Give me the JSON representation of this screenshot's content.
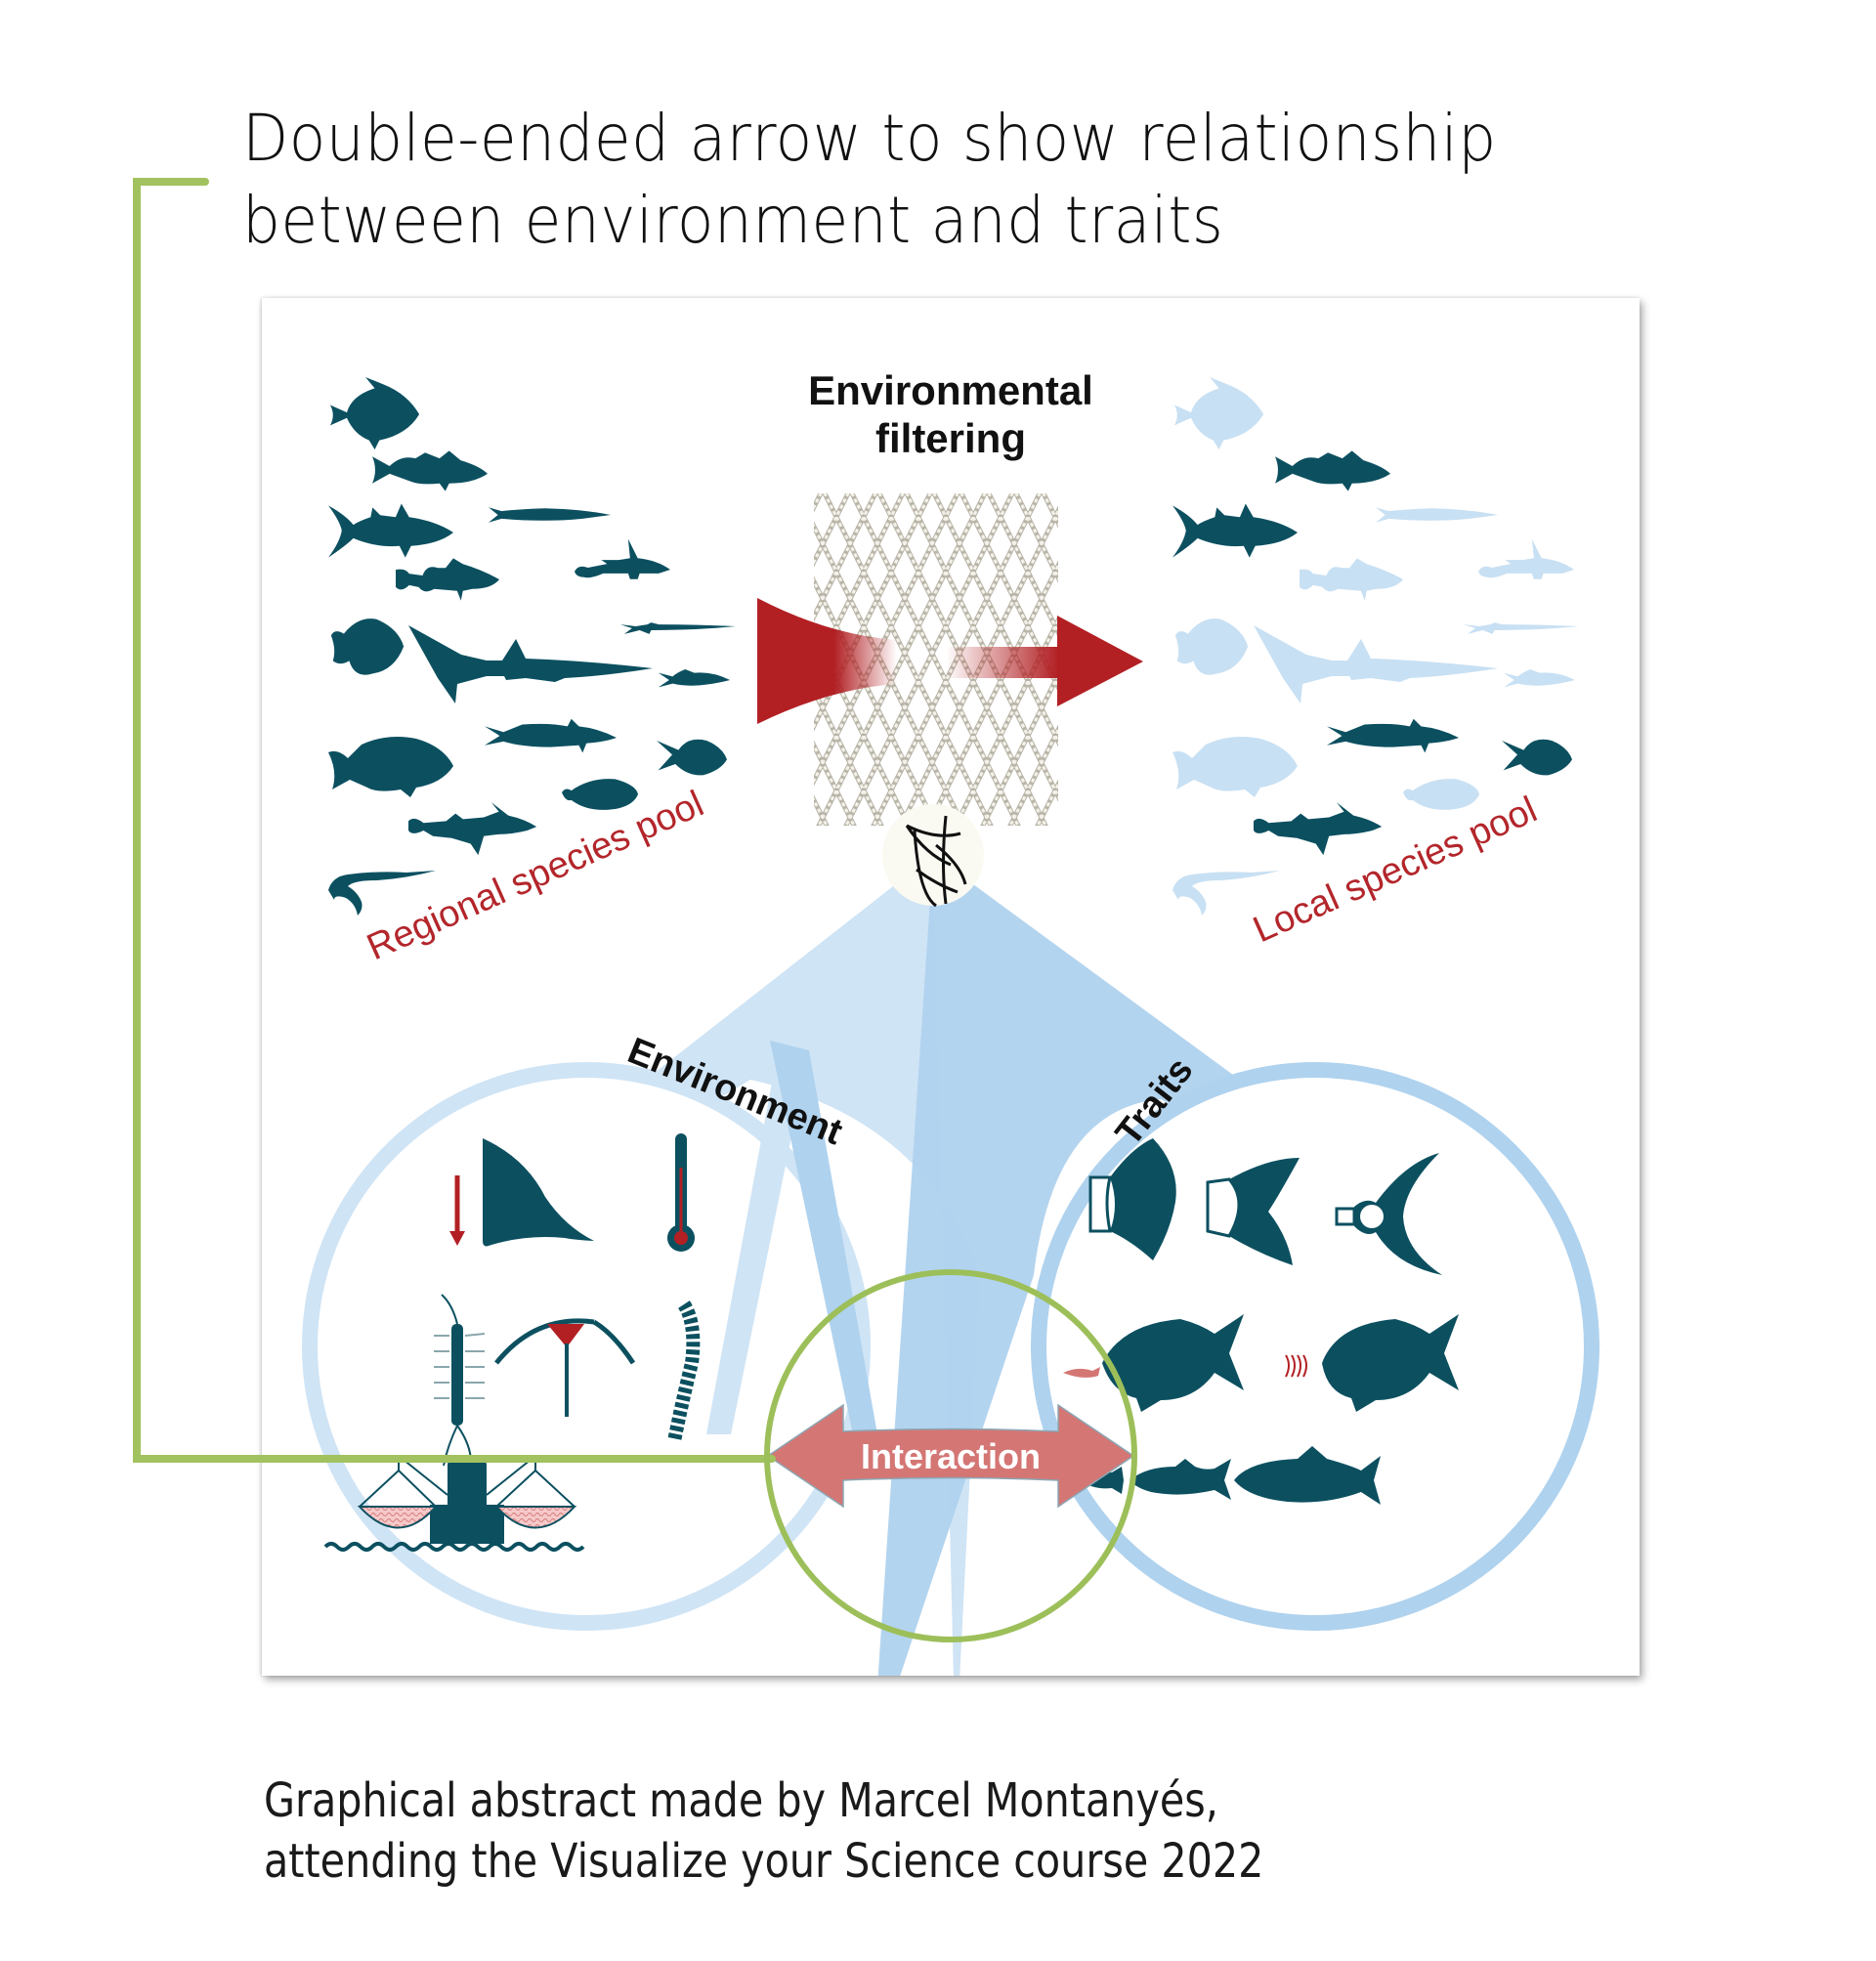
{
  "annotation": {
    "line1": "Double-ended arrow to show relationship",
    "line2": "between environment and traits",
    "highlight_color": "#a2c25f"
  },
  "figure": {
    "title_line1": "Environmental",
    "title_line2": "filtering",
    "regional_label": "Regional species pool",
    "local_label": "Local species pool",
    "environment_label": "Environment",
    "traits_label": "Traits",
    "interaction_label": "Interaction",
    "colors": {
      "fish_dark": "#0c5060",
      "fish_faded": "#c8e0f3",
      "filter_arrow": "#b22024",
      "label_red": "#b3262b",
      "cone_left": "#cfe4f5",
      "cone_right": "#afd2ee",
      "interaction_arrow": "#d47674",
      "net_rope": "#d9d6cc"
    },
    "regional_pool": [
      {
        "species": "john-dory",
        "retained": true
      },
      {
        "species": "cod",
        "retained": true
      },
      {
        "species": "tuna",
        "retained": true
      },
      {
        "species": "barracuda",
        "retained": true
      },
      {
        "species": "sculpin",
        "retained": true
      },
      {
        "species": "dragonet",
        "retained": true
      },
      {
        "species": "flatfish",
        "retained": true
      },
      {
        "species": "shark",
        "retained": true
      },
      {
        "species": "needlefish",
        "retained": true
      },
      {
        "species": "anchovy",
        "retained": true
      },
      {
        "species": "grouper",
        "retained": true
      },
      {
        "species": "mackerel",
        "retained": true
      },
      {
        "species": "seabream",
        "retained": true
      },
      {
        "species": "sole",
        "retained": true
      },
      {
        "species": "anglerfish",
        "retained": true
      },
      {
        "species": "eel",
        "retained": true
      }
    ],
    "local_pool": [
      {
        "species": "john-dory",
        "retained": false
      },
      {
        "species": "cod",
        "retained": true
      },
      {
        "species": "tuna",
        "retained": true
      },
      {
        "species": "barracuda",
        "retained": false
      },
      {
        "species": "sculpin",
        "retained": false
      },
      {
        "species": "dragonet",
        "retained": false
      },
      {
        "species": "flatfish",
        "retained": false
      },
      {
        "species": "shark",
        "retained": false
      },
      {
        "species": "needlefish",
        "retained": false
      },
      {
        "species": "anchovy",
        "retained": false
      },
      {
        "species": "grouper",
        "retained": false
      },
      {
        "species": "mackerel",
        "retained": true
      },
      {
        "species": "seabream",
        "retained": true
      },
      {
        "species": "sole",
        "retained": false
      },
      {
        "species": "anglerfish",
        "retained": true
      },
      {
        "species": "eel",
        "retained": false
      }
    ],
    "environment_icons": [
      "depth-arrow-icon",
      "depth-profile-icon",
      "thermometer-icon",
      "polychaete-worm-icon",
      "anchor-hook-icon",
      "segmented-worm-icon",
      "trawler-fishing-icon"
    ],
    "trait_icons": [
      "rounded-caudal-fin-icon",
      "forked-caudal-fin-icon",
      "lunate-caudal-fin-icon",
      "piscivore-fish-icon",
      "benthivore-fish-icon",
      "small-body-size-icon",
      "medium-body-size-icon",
      "large-body-size-icon"
    ]
  },
  "caption": {
    "line1": "Graphical abstract made by Marcel Montanyés,",
    "line2": "attending the Visualize your Science course 2022"
  }
}
